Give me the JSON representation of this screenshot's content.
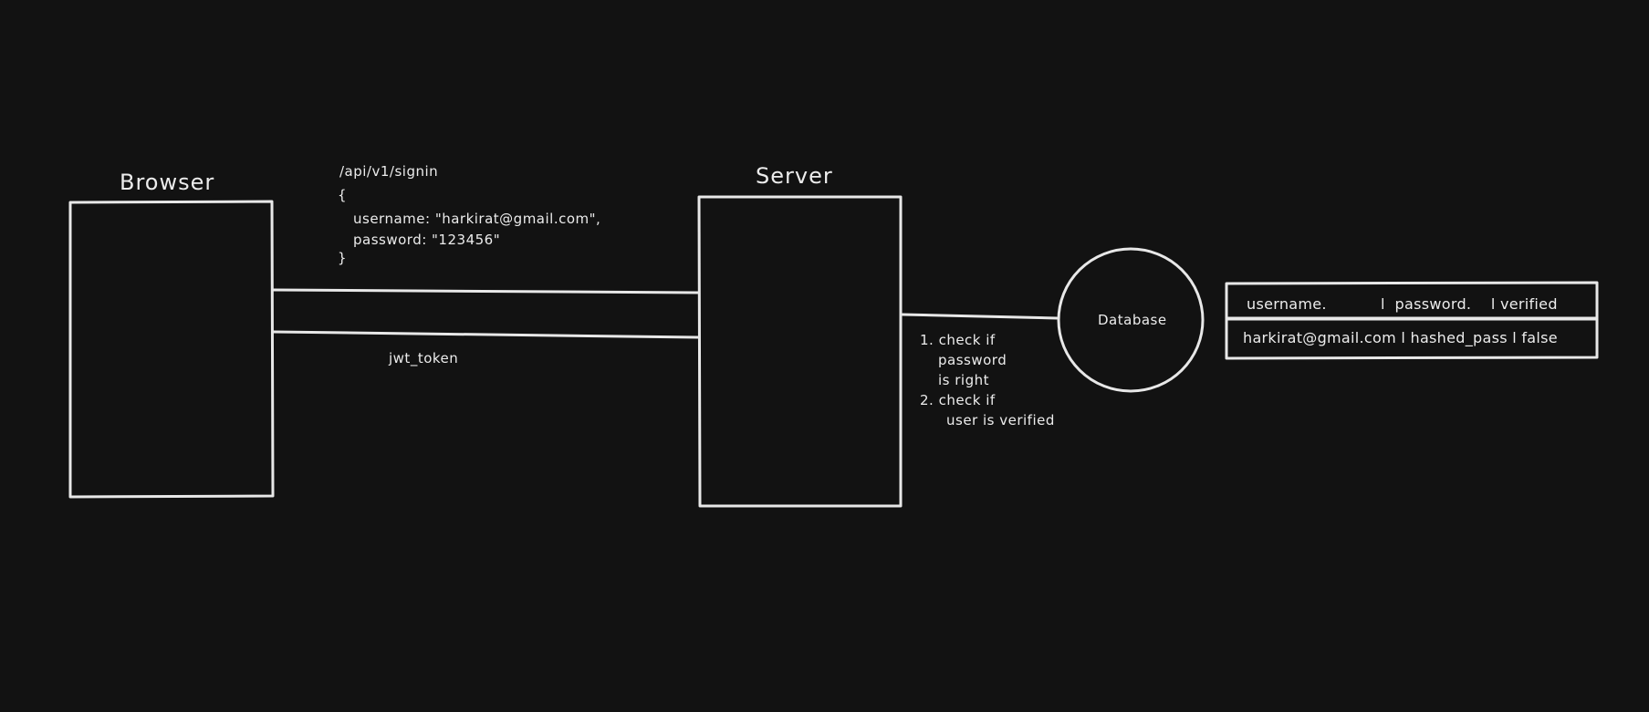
{
  "nodes": {
    "browser": {
      "label": "Browser"
    },
    "server": {
      "label": "Server"
    },
    "database": {
      "label": "Database"
    }
  },
  "request": {
    "endpoint": "/api/v1/signin",
    "open_brace": "{",
    "username_line": "username: \"harkirat@gmail.com\",",
    "password_line": "password: \"123456\"",
    "close_brace": "}"
  },
  "response": {
    "label": "jwt_token"
  },
  "server_checks": {
    "line1": "1. check if",
    "line2": "password",
    "line3": "is right",
    "line4": "2. check if",
    "line5": "user is verified"
  },
  "db_table": {
    "header": "username.           l  password.    l verified",
    "row": "harkirat@gmail.com l hashed_pass l false"
  }
}
